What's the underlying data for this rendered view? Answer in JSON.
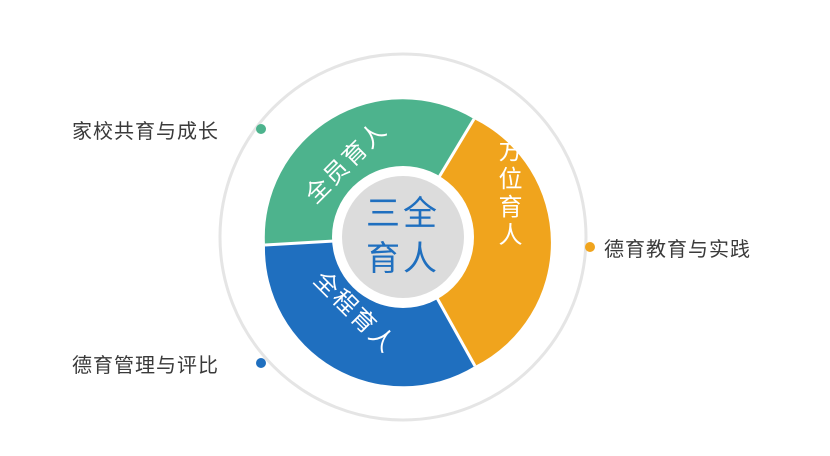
{
  "center": {
    "line1": "三全",
    "line2": "育人"
  },
  "segments": {
    "green": {
      "text": "全员育人",
      "color": "#4db38d"
    },
    "orange": {
      "text": "全方位育人",
      "color": "#f0a41d"
    },
    "blue": {
      "text": "全程育人",
      "color": "#1f6fbf"
    }
  },
  "callouts": {
    "top_left": {
      "text": "家校共育与成长",
      "color": "#4db38d"
    },
    "right": {
      "text": "德育教育与实践",
      "color": "#f0a41d"
    },
    "bottom_left": {
      "text": "德育管理与评比",
      "color": "#1f6fbf"
    }
  },
  "colors": {
    "outer_ring": "#e5e5e5",
    "center_fill": "#dcdcdc",
    "center_text": "#1f6fbf"
  }
}
